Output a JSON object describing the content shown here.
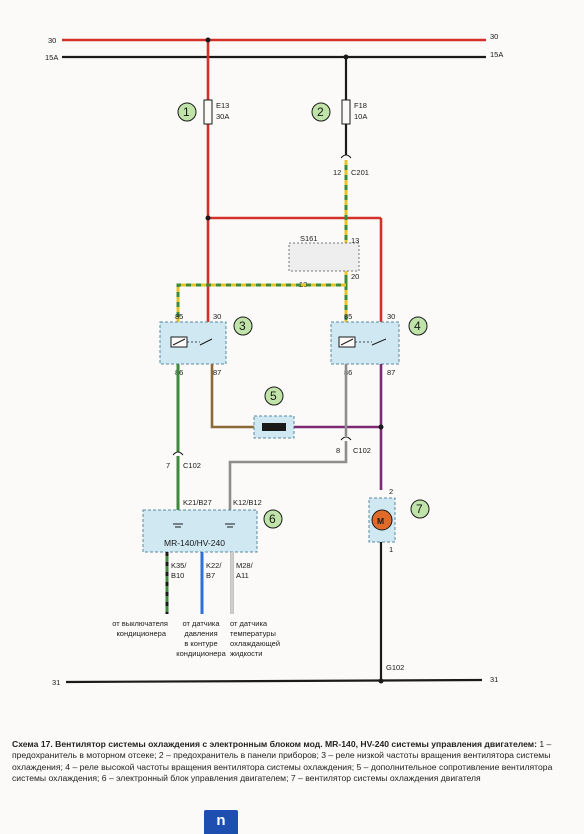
{
  "rails": {
    "plus30": "30",
    "plus15a": "15A",
    "ground": "31"
  },
  "fuses": {
    "f1_name": "E13",
    "f1_rating": "30A",
    "f2_name": "F18",
    "f2_rating": "10A"
  },
  "callouts": [
    "1",
    "2",
    "3",
    "4",
    "5",
    "6",
    "7"
  ],
  "connectors": {
    "c201_pin": "12",
    "c201_name": "C201",
    "s161_name": "S161",
    "s161_pin_a": "13",
    "s161_pin_b": "20",
    "s161_pin_c": "18",
    "c102_pin_a": "7",
    "c102_name_a": "C102",
    "c102_pin_b": "8",
    "c102_name_b": "C102",
    "g102": "G102"
  },
  "relay3": {
    "p85": "85",
    "p30": "30",
    "p86": "86",
    "p87": "87"
  },
  "relay4": {
    "p85": "85",
    "p30": "30",
    "p86": "86",
    "p87": "87"
  },
  "ecu": {
    "name": "MR-140/HV-240",
    "pin_top_left": "K21/B27",
    "pin_top_right": "K12/B12",
    "pin_bl1": "K35/",
    "pin_bl2": "B10",
    "pin_bm1": "K22/",
    "pin_bm2": "B7",
    "pin_br1": "M28/",
    "pin_br2": "A11"
  },
  "motor": {
    "label": "M",
    "pin_top": "2",
    "pin_bottom": "1"
  },
  "inputs": {
    "ac_switch": [
      "от выключателя",
      "кондиционера"
    ],
    "pressure": [
      "от датчика",
      "давления",
      "в контуре",
      "кондиционера"
    ],
    "temperature": [
      "от датчика",
      "температуры",
      "охлаждающей",
      "жидкости"
    ]
  },
  "caption": {
    "title": "Схема 17. Вентилятор системы охлаждения с электронным блоком мод. MR-140, HV-240 системы управления двигателем:",
    "body": "1 – предохранитель в моторном отсеке; 2 – предохранитель в панели приборов; 3 – реле низкой частоты вращения вентилятора системы охлаждения; 4 – реле высокой частоты вращения вентилятора системы охлаждения; 5 – дополнительное сопротивление вентилятора системы охлаждения; 6 – электронный блок управления двигателем; 7 – вентилятор системы охлаждения двигателя"
  },
  "page_badge": "n",
  "colors": {
    "red": "#d4302a",
    "black": "#1a1a1a",
    "green": "#3d8a3a",
    "yellow": "#e4c42a",
    "brown": "#8b6a3a",
    "violet": "#7a2b74",
    "grey": "#8d8d8d",
    "blue": "#2f6fd6",
    "component_fill": "#cfe8f2",
    "callout_fill": "#bfe3a8"
  }
}
